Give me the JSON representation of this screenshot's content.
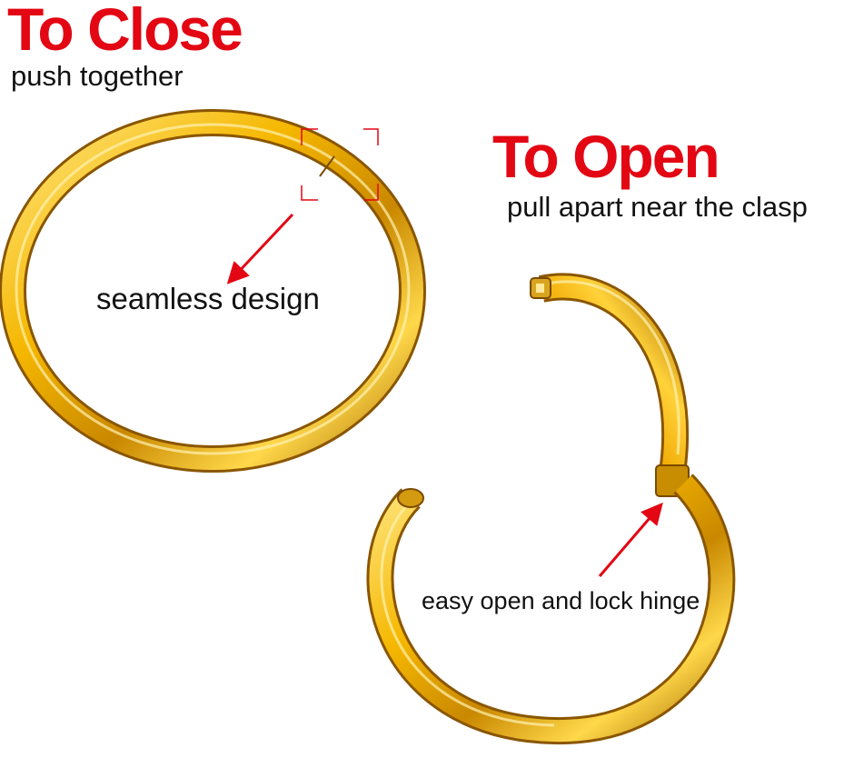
{
  "close": {
    "title": "To Close",
    "subtitle": "push together"
  },
  "open": {
    "title": "To Open",
    "subtitle": "pull apart near the clasp"
  },
  "callouts": {
    "seamless": "seamless design",
    "hinge": "easy open and lock hinge"
  },
  "colors": {
    "heading": "#e30613",
    "arrow": "#e30613",
    "gold_light": "#ffe680",
    "gold_mid": "#f5b700",
    "gold_dark": "#a86b00"
  },
  "icons": [
    "closed-ring-icon",
    "open-hinged-ring-icon",
    "arrow-icon"
  ]
}
